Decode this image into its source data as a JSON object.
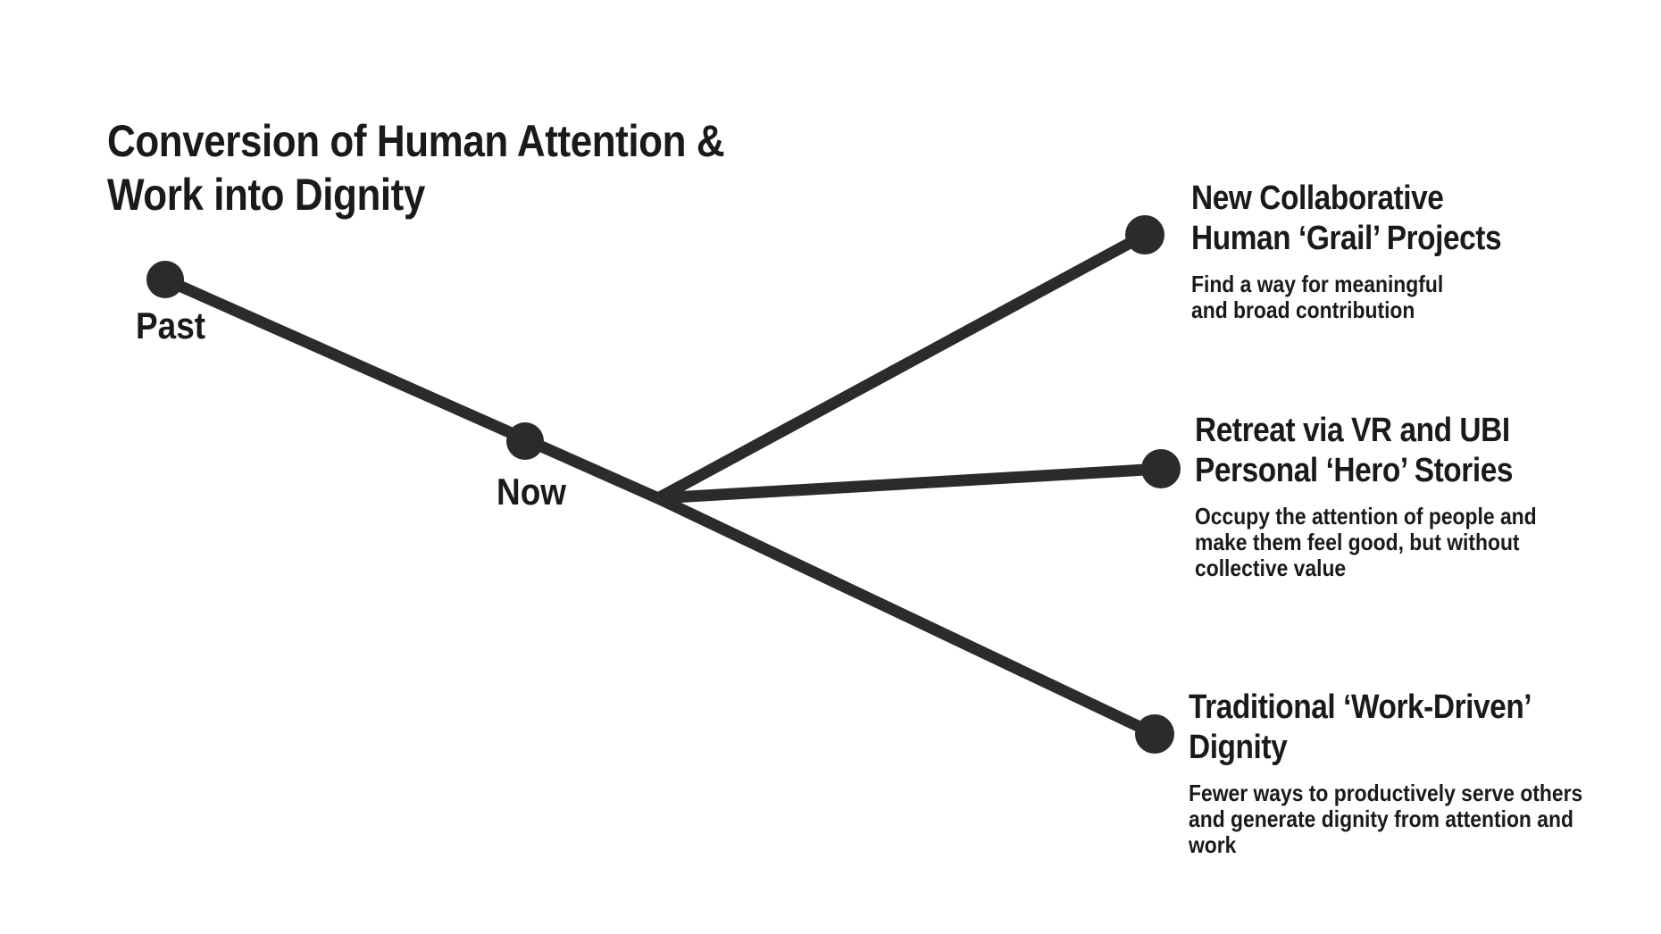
{
  "title": "Conversion of Human Attention &\nWork into Dignity",
  "timeline": {
    "past_label": "Past",
    "now_label": "Now"
  },
  "branches": [
    {
      "id": "grail",
      "heading": "New Collaborative\nHuman ‘Grail’ Projects",
      "description": "Find a way for meaningful\nand broad contribution"
    },
    {
      "id": "retreat",
      "heading": "Retreat via VR and UBI\nPersonal ‘Hero’ Stories",
      "description": "Occupy the attention of people and\nmake them feel good, but without\ncollective value"
    },
    {
      "id": "traditional",
      "heading": "Traditional ‘Work-Driven’\nDignity",
      "description": "Fewer ways to productively serve others\nand generate dignity from attention and\nwork"
    }
  ],
  "colors": {
    "graphic": "#2b2b2b",
    "text": "#1a1a1a",
    "background": "#ffffff"
  }
}
